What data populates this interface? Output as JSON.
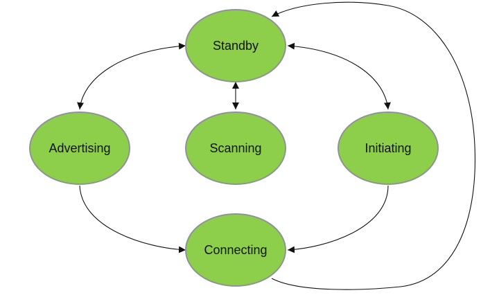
{
  "colors": {
    "node_fill": "#8dcf4a",
    "node_stroke": "#8f9396",
    "edge": "#111111",
    "background": "#ffffff"
  },
  "states": {
    "standby": "Standby",
    "advertising": "Advertising",
    "scanning": "Scanning",
    "initiating": "Initiating",
    "connecting": "Connecting"
  },
  "transitions": [
    {
      "from": "standby",
      "to": "advertising",
      "bidirectional": true
    },
    {
      "from": "standby",
      "to": "scanning",
      "bidirectional": true
    },
    {
      "from": "standby",
      "to": "initiating",
      "bidirectional": true
    },
    {
      "from": "advertising",
      "to": "connecting",
      "bidirectional": false
    },
    {
      "from": "initiating",
      "to": "connecting",
      "bidirectional": false
    },
    {
      "from": "connecting",
      "to": "standby",
      "bidirectional": false
    }
  ]
}
